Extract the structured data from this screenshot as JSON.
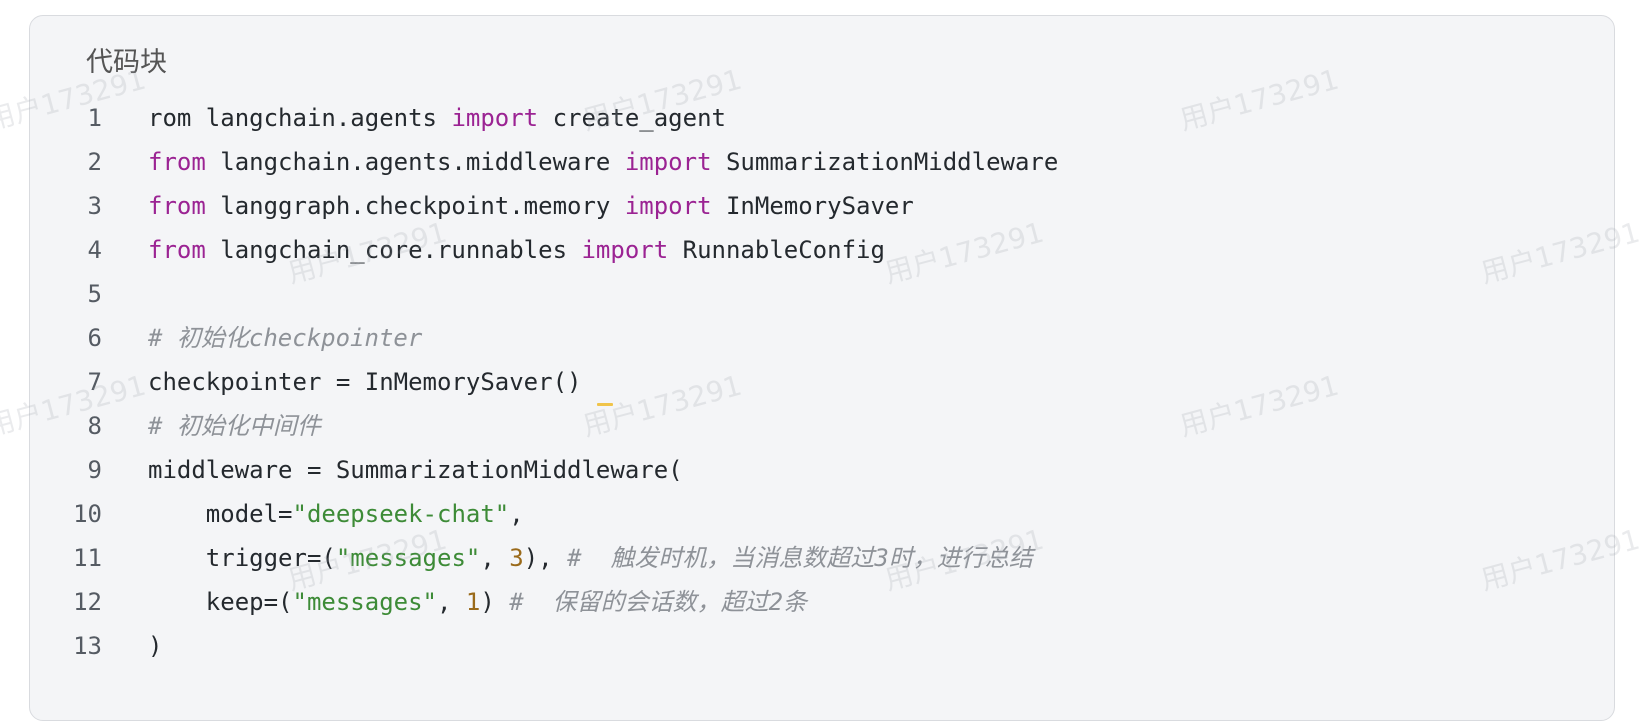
{
  "code_block": {
    "title": "代码块",
    "lines": [
      {
        "no": "1",
        "tokens": [
          {
            "t": "rom langchain.agents ",
            "c": "plain"
          },
          {
            "t": "import",
            "c": "kw"
          },
          {
            "t": " create_agent",
            "c": "plain"
          }
        ]
      },
      {
        "no": "2",
        "tokens": [
          {
            "t": "from",
            "c": "kw"
          },
          {
            "t": " langchain.agents.middleware ",
            "c": "plain"
          },
          {
            "t": "import",
            "c": "kw"
          },
          {
            "t": " SummarizationMiddleware",
            "c": "plain"
          }
        ]
      },
      {
        "no": "3",
        "tokens": [
          {
            "t": "from",
            "c": "kw"
          },
          {
            "t": " langgraph.checkpoint.memory ",
            "c": "plain"
          },
          {
            "t": "import",
            "c": "kw"
          },
          {
            "t": " InMemorySaver",
            "c": "plain"
          }
        ]
      },
      {
        "no": "4",
        "tokens": [
          {
            "t": "from",
            "c": "kw"
          },
          {
            "t": " langchain_core.runnables ",
            "c": "plain"
          },
          {
            "t": "import",
            "c": "kw"
          },
          {
            "t": " RunnableConfig",
            "c": "plain"
          }
        ]
      },
      {
        "no": "5",
        "tokens": []
      },
      {
        "no": "6",
        "tokens": [
          {
            "t": "# 初始化checkpointer",
            "c": "cmt"
          }
        ]
      },
      {
        "no": "7",
        "tokens": [
          {
            "t": "checkpointer = InMemorySaver()",
            "c": "plain"
          }
        ]
      },
      {
        "no": "8",
        "tokens": [
          {
            "t": "# 初始化中间件",
            "c": "cmt"
          }
        ]
      },
      {
        "no": "9",
        "tokens": [
          {
            "t": "middleware = SummarizationMiddleware(",
            "c": "plain"
          }
        ]
      },
      {
        "no": "10",
        "tokens": [
          {
            "t": "    model=",
            "c": "plain"
          },
          {
            "t": "\"deepseek-chat\"",
            "c": "str"
          },
          {
            "t": ",",
            "c": "plain"
          }
        ]
      },
      {
        "no": "11",
        "tokens": [
          {
            "t": "    trigger=(",
            "c": "plain"
          },
          {
            "t": "\"messages\"",
            "c": "str"
          },
          {
            "t": ", ",
            "c": "plain"
          },
          {
            "t": "3",
            "c": "num"
          },
          {
            "t": "), ",
            "c": "plain"
          },
          {
            "t": "#  触发时机，当消息数超过3时，进行总结",
            "c": "cmt"
          }
        ]
      },
      {
        "no": "12",
        "tokens": [
          {
            "t": "    keep=(",
            "c": "plain"
          },
          {
            "t": "\"messages\"",
            "c": "str"
          },
          {
            "t": ", ",
            "c": "plain"
          },
          {
            "t": "1",
            "c": "num"
          },
          {
            "t": ") ",
            "c": "plain"
          },
          {
            "t": "#  保留的会话数，超过2条",
            "c": "cmt"
          }
        ]
      },
      {
        "no": "13",
        "tokens": [
          {
            "t": ")",
            "c": "plain"
          }
        ]
      }
    ]
  },
  "watermark": {
    "text": "用户173291"
  }
}
